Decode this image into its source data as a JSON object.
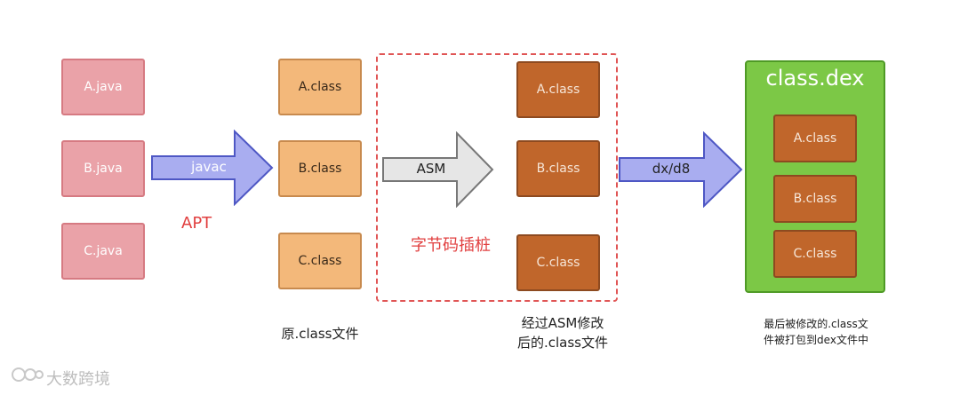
{
  "java_files": [
    "A.java",
    "B.java",
    "C.java"
  ],
  "original_classes": [
    "A.class",
    "B.class",
    "C.class"
  ],
  "modified_classes": [
    "A.class",
    "B.class",
    "C.class"
  ],
  "dex_classes": [
    "A.class",
    "B.class",
    "C.class"
  ],
  "arrows": {
    "javac": "javac",
    "asm": "ASM",
    "dx": "dx/d8"
  },
  "labels": {
    "apt": "APT",
    "instrumentation": "字节码插桩",
    "original_caption": "原.class文件",
    "modified_caption_line1": "经过ASM修改",
    "modified_caption_line2": "后的.class文件",
    "dex_caption_line1": "最后被修改的.class文",
    "dex_caption_line2": "件被打包到dex文件中",
    "dex_title": "class.dex"
  },
  "watermark": "大数跨境",
  "colors": {
    "java_box": "#eaa2a8",
    "original_class_box": "#f3b87a",
    "modified_class_box": "#c0662b",
    "dex_container": "#7cc846",
    "arrow_blue": "#a9adf0",
    "arrow_gray": "#e6e6e6",
    "dashed_border": "#e05555",
    "red_text": "#e13f3f"
  }
}
